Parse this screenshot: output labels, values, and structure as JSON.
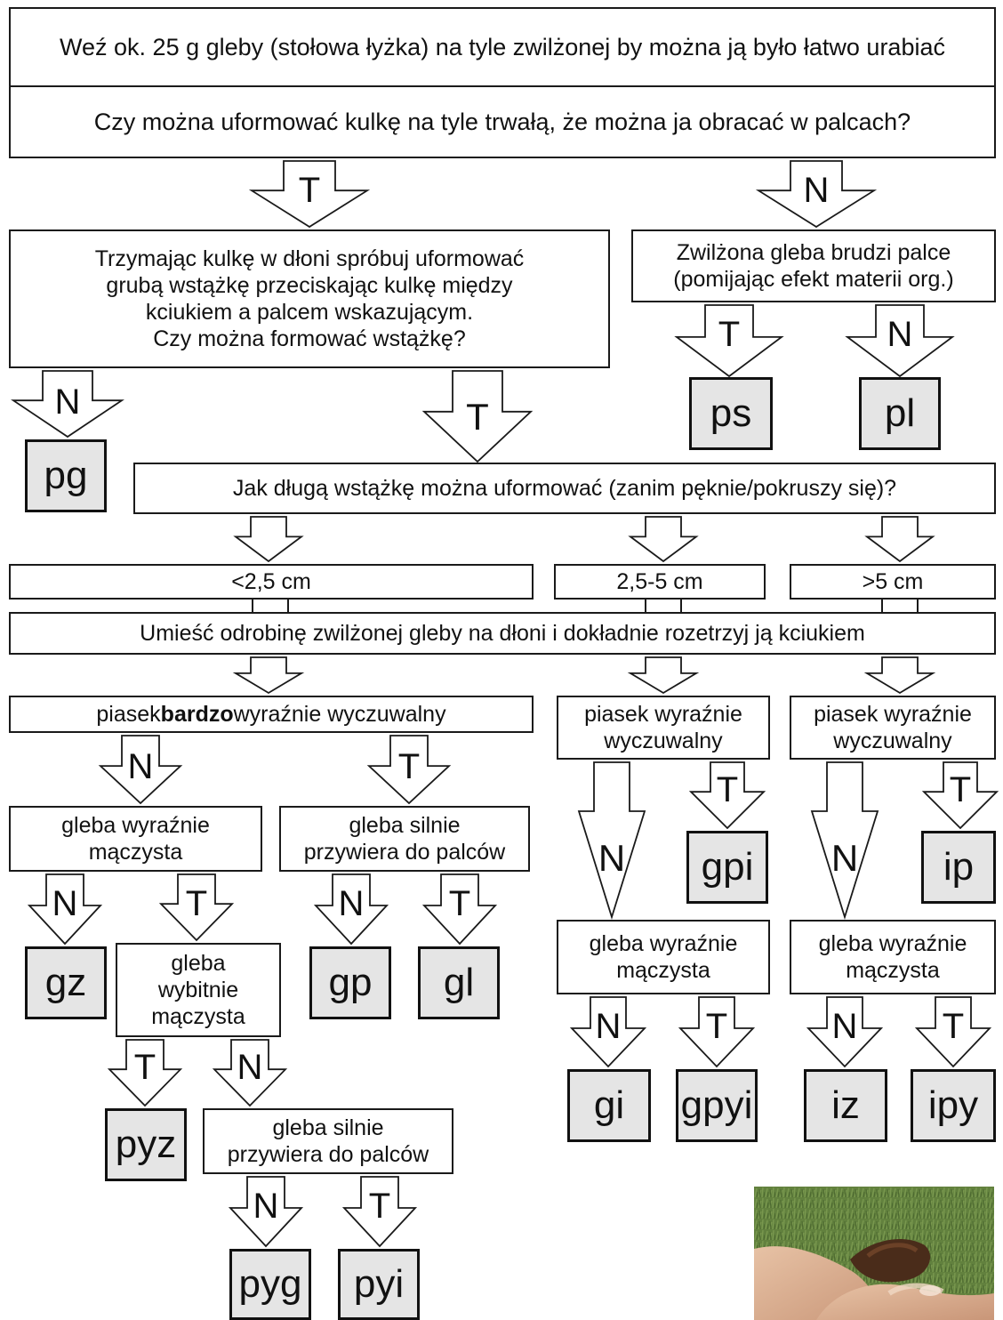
{
  "yes": "T",
  "no": "N",
  "steps": {
    "start": "Weź ok. 25 g gleby (stołowa łyżka) na tyle zwilżonej by można ją było łatwo urabiać",
    "ball": "Czy można uformować kulkę na tyle trwałą, że można ja obracać w palcach?",
    "ribbon_q": "Trzymając kulkę w dłoni spróbuj uformować\ngrubą wstążkę przeciskając kulkę między\nkciukiem a palcem wskazującym.\nCzy można formować wstążkę?",
    "dirty": "Zwilżona gleba brudzi palce\n(pomijając efekt materii org.)",
    "ribbon_len": "Jak długą wstążkę można uformować (zanim pęknie/pokruszy się)?",
    "len_short": "<2,5 cm",
    "len_mid": "2,5-5 cm",
    "len_long": ">5 cm",
    "rub": "Umieść odrobinę zwilżonej gleby na dłoni i dokładnie rozetrzyj ją kciukiem",
    "sand_very_pre": "piasek ",
    "sand_very_bold": "bardzo",
    "sand_very_post": " wyraźnie wyczuwalny",
    "sand_mid": "piasek wyraźnie\nwyczuwalny",
    "sand_long": "piasek wyraźnie\nwyczuwalny",
    "silty_1": "gleba wyraźnie\nmączysta",
    "sticky_1": "gleba silnie\nprzywiera do palców",
    "very_silty": "gleba\nwybitnie\nmączysta",
    "sticky_2": "gleba silnie\nprzywiera do palców",
    "silty_mid": "gleba wyraźnie\nmączysta",
    "silty_long": "gleba wyraźnie\nmączysta"
  },
  "results": {
    "ps": "ps",
    "pl": "pl",
    "pg": "pg",
    "gz": "gz",
    "gp": "gp",
    "gl": "gl",
    "pyz": "pyz",
    "pyg": "pyg",
    "pyi": "pyi",
    "gpi": "gpi",
    "ip": "ip",
    "gi": "gi",
    "gpyi": "gpyi",
    "iz": "iz",
    "ipy": "ipy"
  }
}
